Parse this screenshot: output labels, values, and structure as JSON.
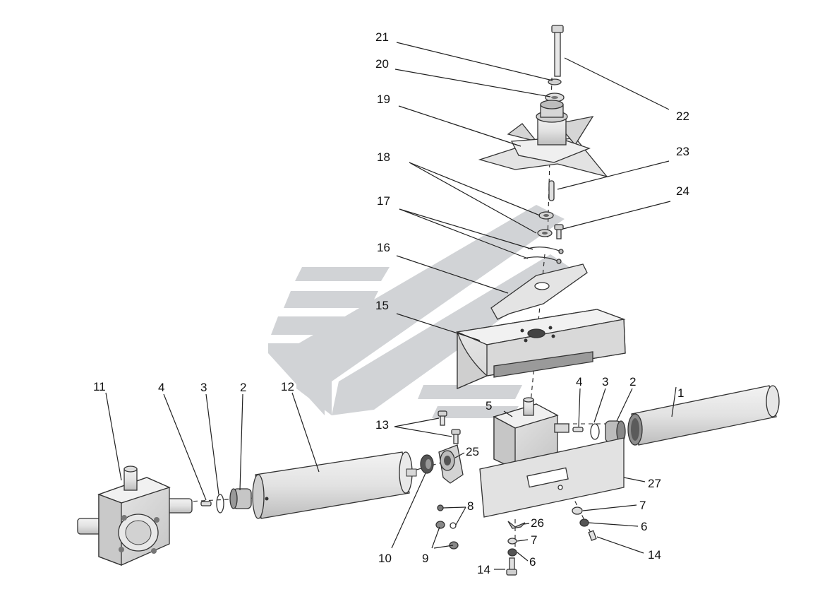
{
  "diagram": {
    "type": "exploded-assembly",
    "watermark": "chevron-logo",
    "colors": {
      "part_fill": "#e6e6e6",
      "part_shade": "#bdbdbd",
      "dark": "#555555",
      "watermark": "#c9cccf",
      "label": "#111111"
    },
    "labels": {
      "l1": "1",
      "l2a": "2",
      "l2b": "2",
      "l3a": "3",
      "l3b": "3",
      "l4a": "4",
      "l4b": "4",
      "l5": "5",
      "l6a": "6",
      "l6b": "6",
      "l7a": "7",
      "l7b": "7",
      "l8": "8",
      "l9": "9",
      "l10": "10",
      "l11": "11",
      "l12": "12",
      "l13": "13",
      "l14a": "14",
      "l14b": "14",
      "l15": "15",
      "l16": "16",
      "l17": "17",
      "l18": "18",
      "l19": "19",
      "l20": "20",
      "l21": "21",
      "l22": "22",
      "l23": "23",
      "l24": "24",
      "l25": "25",
      "l26": "26",
      "l27": "27"
    }
  }
}
